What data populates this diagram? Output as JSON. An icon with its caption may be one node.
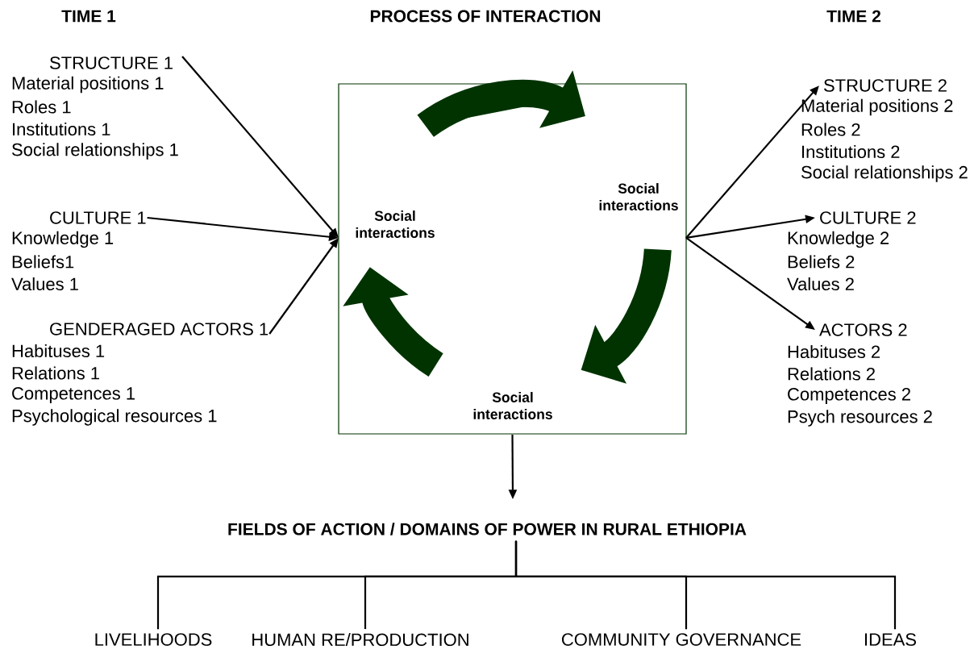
{
  "diagram": {
    "title": "PROCESS OF INTERACTION",
    "nodes": [
      {
        "text": [
          "STRUCTURE 1"
        ],
        "beside": [
          "Material positions 1",
          "Roles 1",
          "Institutions 1",
          "Social relationships 1"
        ]
      },
      {
        "text": [
          "CULTURE 1"
        ],
        "beside": [
          "Knowledge 1",
          "Beliefs1",
          "Values 1"
        ]
      },
      {
        "text": [
          "GENDERAGED ACTORS 1"
        ],
        "beside": [
          "Habituses 1",
          "Relations 1",
          "Competences 1",
          "Psychological resources 1"
        ]
      },
      {
        "text": [],
        "shape": "box"
      },
      {
        "text": [
          "Social interactions"
        ],
        "in": 3
      },
      {
        "text": [
          "Social interactions"
        ],
        "in": 3
      },
      {
        "text": [
          "Social interactions"
        ],
        "in": 3
      },
      {
        "text": [
          "STRUCTURE 2"
        ],
        "beside": [
          "Material positions 2",
          "Roles 2",
          "Institutions 2",
          "Social relationships 2"
        ]
      },
      {
        "text": [
          "CULTURE 2"
        ],
        "beside": [
          "Knowledge 2",
          "Beliefs 2",
          "Values 2"
        ]
      },
      {
        "text": [
          "ACTORS 2"
        ],
        "beside": [
          "Habituses 2",
          "Relations 2",
          "Competences 2",
          "Psych resources 2"
        ]
      },
      {
        "text": [
          "FIELDS OF ACTION / DOMAINS OF POWER IN RURAL ETHIOPIA"
        ]
      },
      {
        "text": [
          "LIVELIHOODS"
        ]
      },
      {
        "text": [
          "HUMAN RE/PRODUCTION"
        ]
      },
      {
        "text": [
          "COMMUNITY GOVERNANCE"
        ]
      },
      {
        "text": [
          "IDEAS"
        ]
      }
    ],
    "edges": [
      {
        "from": 0,
        "to": 3,
        "arrow": "to"
      },
      {
        "from": 1,
        "to": 3,
        "arrow": "to"
      },
      {
        "from": 2,
        "to": 3,
        "arrow": "to"
      },
      {
        "from": 3,
        "to": 7,
        "arrow": "to"
      },
      {
        "from": 3,
        "to": 8,
        "arrow": "to"
      },
      {
        "from": 3,
        "to": 9,
        "arrow": "to"
      },
      {
        "from": 3,
        "to": 10,
        "arrow": "to"
      },
      {
        "from": 10,
        "to": 11,
        "arrow": "none"
      },
      {
        "from": 10,
        "to": 12,
        "arrow": "none"
      },
      {
        "from": 10,
        "to": 13,
        "arrow": "none"
      },
      {
        "from": 10,
        "to": 14,
        "arrow": "none"
      }
    ],
    "labels": [
      "TIME 1",
      "TIME 2"
    ]
  }
}
